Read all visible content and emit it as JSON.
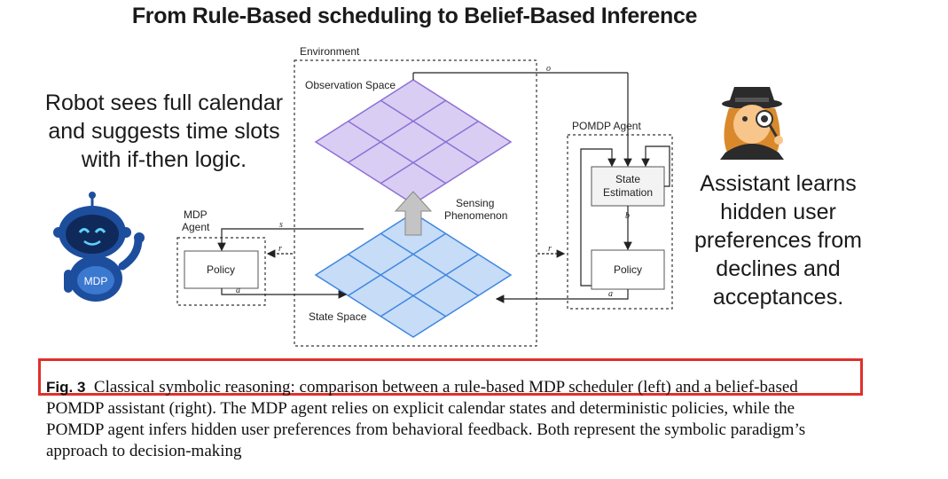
{
  "title": "From Rule-Based scheduling to Belief-Based Inference",
  "left_text": "Robot sees full calendar and suggests time slots with if-then logic.",
  "right_text": "Assistant learns hidden user preferences from declines and acceptances.",
  "robot_badge": "MDP",
  "diagram": {
    "environment": "Environment",
    "observation_space": "Observation Space",
    "state_space": "State Space",
    "sensing_line1": "Sensing",
    "sensing_line2": "Phenomenon",
    "pomdp_agent": "POMDP Agent",
    "state_estimation_line1": "State",
    "state_estimation_line2": "Estimation",
    "policy_right": "Policy",
    "mdp_agent_line1": "MDP",
    "mdp_agent_line2": "Agent",
    "policy_left": "Policy",
    "sym_o": "o",
    "sym_s": "s",
    "sym_r_left": "r",
    "sym_a_left": "a",
    "sym_r_right": "r",
    "sym_b": "b",
    "sym_a_right": "a"
  },
  "caption": {
    "label": "Fig. 3",
    "text": "Classical symbolic reasoning: comparison between a rule-based MDP scheduler (left) and a belief-based POMDP assistant (right). The MDP agent relies on explicit calendar states and deterministic policies, while the POMDP agent infers hidden user preferences from behavioral feedback. Both represent the symbolic paradigm’s approach to decision-making"
  },
  "colors": {
    "observation_fill": "#d9cdf3",
    "observation_stroke": "#8c6fd6",
    "state_fill": "#c6dcf7",
    "state_stroke": "#3f86e0",
    "highlight": "#e0302a",
    "robot_blue": "#1d4e9e"
  }
}
